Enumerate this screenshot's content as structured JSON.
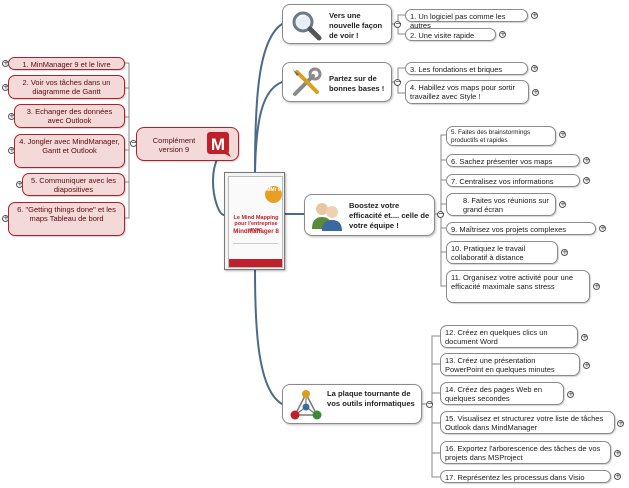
{
  "colors": {
    "accent": "#c0202a",
    "branch": "#4a6a8a",
    "node_border": "#8a8a8a",
    "red_fill": "#f4d9d9"
  },
  "center": {
    "badge": "MMr 9",
    "title_small": "Le Mind Mapping pour l'entreprise avec",
    "title_big": "MindManager 8"
  },
  "complement": {
    "label": "Complément version 9",
    "icon": "mindmanager-logo-icon"
  },
  "left_items": [
    "1. MinManager 9 et le livre",
    "2. Voir vos tâches dans un diagramme de Gantt",
    "3. Echanger des données avec Outlook",
    "4. Jongler avec MindManager, Gantt et Outlook",
    "5. Communiquer avec les diapositives",
    "6. \"Getting things done\" et les maps Tableau de bord"
  ],
  "branches": [
    {
      "label": "Vers une nouvelle façon de voir !",
      "icon": "magnifier-icon",
      "items": [
        "1. Un logiciel pas comme les autres",
        "2. Une visite rapide"
      ]
    },
    {
      "label": "Partez sur de bonnes bases !",
      "icon": "tools-icon",
      "items": [
        "3. Les fondations et briques",
        "4. Habillez vos maps pour sortir travaillez avec Style !"
      ]
    },
    {
      "label": "Boostez votre efficacité et.... celle de votre équipe !",
      "icon": "people-icon",
      "items": [
        "5. Faites des brainstormings productifs et rapides",
        "6. Sachez présenter vos maps",
        "7. Centralisez vos informations",
        "8. Faites vos réunions sur grand écran",
        "9. Maîtrisez vos projets complexes",
        "10. Pratiquez le travail collaboratif à distance",
        "11. Organisez votre activité pour une efficacité maximale sans stress"
      ]
    },
    {
      "label": "La plaque tournante de vos outils informatiques",
      "icon": "network-icon",
      "items": [
        "12. Créez en quelques clics un document Word",
        "13. Créez une présentation PowerPoint en quelques minutes",
        "14. Créez des pages Web en quelques secondes",
        "15. Visualisez et structurez votre liste de tâches Outlook dans MindManager",
        "16. Exportez l'arborescence des tâches de vos projets dans MSProject",
        "17. Représentez les processus dans Visio"
      ]
    }
  ]
}
